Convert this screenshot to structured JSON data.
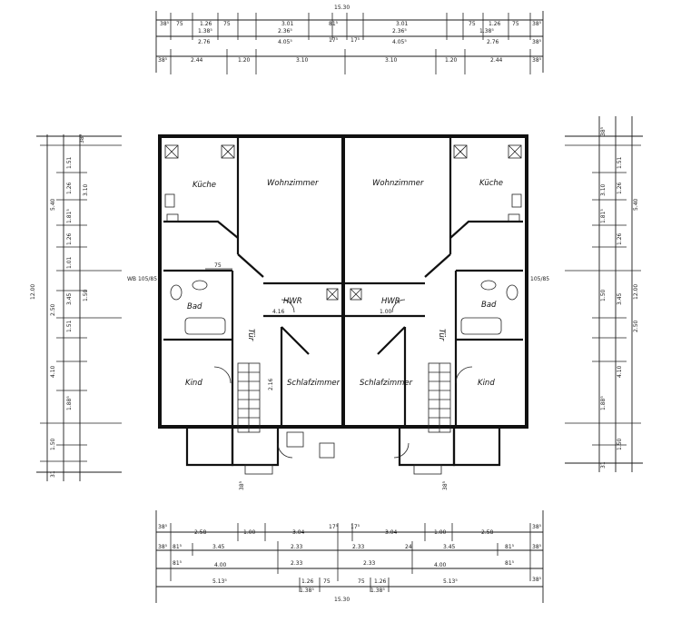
{
  "rooms": {
    "kueche": "Küche",
    "wohnzimmer": "Wohnzimmer",
    "bad": "Bad",
    "hwr": "HWR",
    "tuer": "Tür",
    "kind": "Kind",
    "schlafzimmer": "Schlafzimmer"
  },
  "dimensions": {
    "total_width": "15.30",
    "total_height": "12.00",
    "top_row1": [
      "38⁵",
      "75",
      "1.26",
      "75",
      "1.38⁵",
      "3.01",
      "2.36⁵",
      "81⁵",
      "3.01",
      "2.36⁵",
      "1.38⁵",
      "75",
      "1.26",
      "75",
      "38⁵"
    ],
    "top_row2": [
      "2.76",
      "4.05⁵",
      "17⁵",
      "17⁵",
      "4.05⁵",
      "2.76",
      "38⁵"
    ],
    "top_row3": [
      "38⁵",
      "2.44",
      "1.20",
      "3.10",
      "3.10",
      "1.20",
      "2.44",
      "38⁵"
    ],
    "bottom_row1": [
      "38⁵",
      "2.58",
      "1.00",
      "3.04",
      "17⁵",
      "17⁵",
      "3.04",
      "1.00",
      "2.58",
      "38⁵"
    ],
    "bottom_row2": [
      "38⁵",
      "81⁵",
      "3.45",
      "2.33",
      "2.33",
      "24",
      "3.45",
      "81⁵",
      "38⁵"
    ],
    "bottom_row3": [
      "81⁵",
      "4.00",
      "2.33",
      "2.33",
      "4.00",
      "81⁵"
    ],
    "bottom_row4": [
      "5.13⁵",
      "1.26",
      "75",
      "75",
      "1.26",
      "5.13⁵",
      "1.38⁵",
      "1.38⁵",
      "38⁵"
    ],
    "left_col": [
      "38⁵",
      "1.51",
      "1.26",
      "1.81⁵",
      "1.26",
      "1.01",
      "3.10",
      "5.40",
      "3.45",
      "1.50",
      "1.51",
      "2.50",
      "4.10",
      "1.88⁵",
      "1.50",
      "31"
    ],
    "right_col": [
      "38⁵",
      "1.51",
      "1.26",
      "1.81⁵",
      "1.26",
      "3.10",
      "5.40",
      "3.45",
      "1.50",
      "2.50",
      "4.10",
      "1.88⁵",
      "1.50",
      "31"
    ],
    "inner_75": "75",
    "inner_2_16": "2.16",
    "inner_4_16": "4.16",
    "inner_1_00": "1.00",
    "bottom_38": "38⁵",
    "window_tags": [
      "WB 105/85",
      "105/85"
    ]
  }
}
